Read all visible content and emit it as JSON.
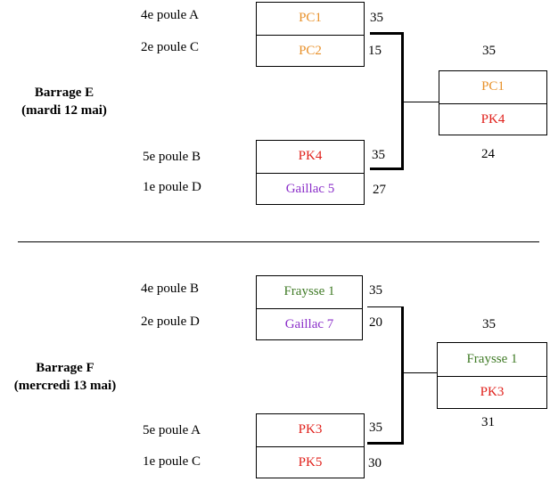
{
  "barrage_e": {
    "title_line1": "Barrage E",
    "title_line2": "(mardi 12 mai)",
    "match1": {
      "team1": {
        "seed": "4e poule A",
        "name": "PC1",
        "score": "35",
        "color": "#e8912b"
      },
      "team2": {
        "seed": "2e poule C",
        "name": "PC2",
        "score": "15",
        "color": "#e8912b"
      }
    },
    "match2": {
      "team1": {
        "seed": "5e poule B",
        "name": "PK4",
        "score": "35",
        "color": "#e0201b"
      },
      "team2": {
        "seed": "1e poule D",
        "name": "Gaillac 5",
        "score": "27",
        "color": "#8b2fc9"
      }
    },
    "final": {
      "team1": {
        "name": "PC1",
        "score": "35",
        "color": "#e8912b"
      },
      "team2": {
        "name": "PK4",
        "score": "24",
        "color": "#e0201b"
      }
    }
  },
  "barrage_f": {
    "title_line1": "Barrage F",
    "title_line2": "(mercredi 13 mai)",
    "match1": {
      "team1": {
        "seed": "4e poule B",
        "name": "Fraysse 1",
        "score": "35",
        "color": "#3f7a25"
      },
      "team2": {
        "seed": "2e poule D",
        "name": "Gaillac 7",
        "score": "20",
        "color": "#8b2fc9"
      }
    },
    "match2": {
      "team1": {
        "seed": "5e poule A",
        "name": "PK3",
        "score": "35",
        "color": "#e0201b"
      },
      "team2": {
        "seed": "1e poule C",
        "name": "PK5",
        "score": "30",
        "color": "#e0201b"
      }
    },
    "final": {
      "team1": {
        "name": "Fraysse 1",
        "score": "35",
        "color": "#3f7a25"
      },
      "team2": {
        "name": "PK3",
        "score": "31",
        "color": "#e0201b"
      }
    }
  }
}
